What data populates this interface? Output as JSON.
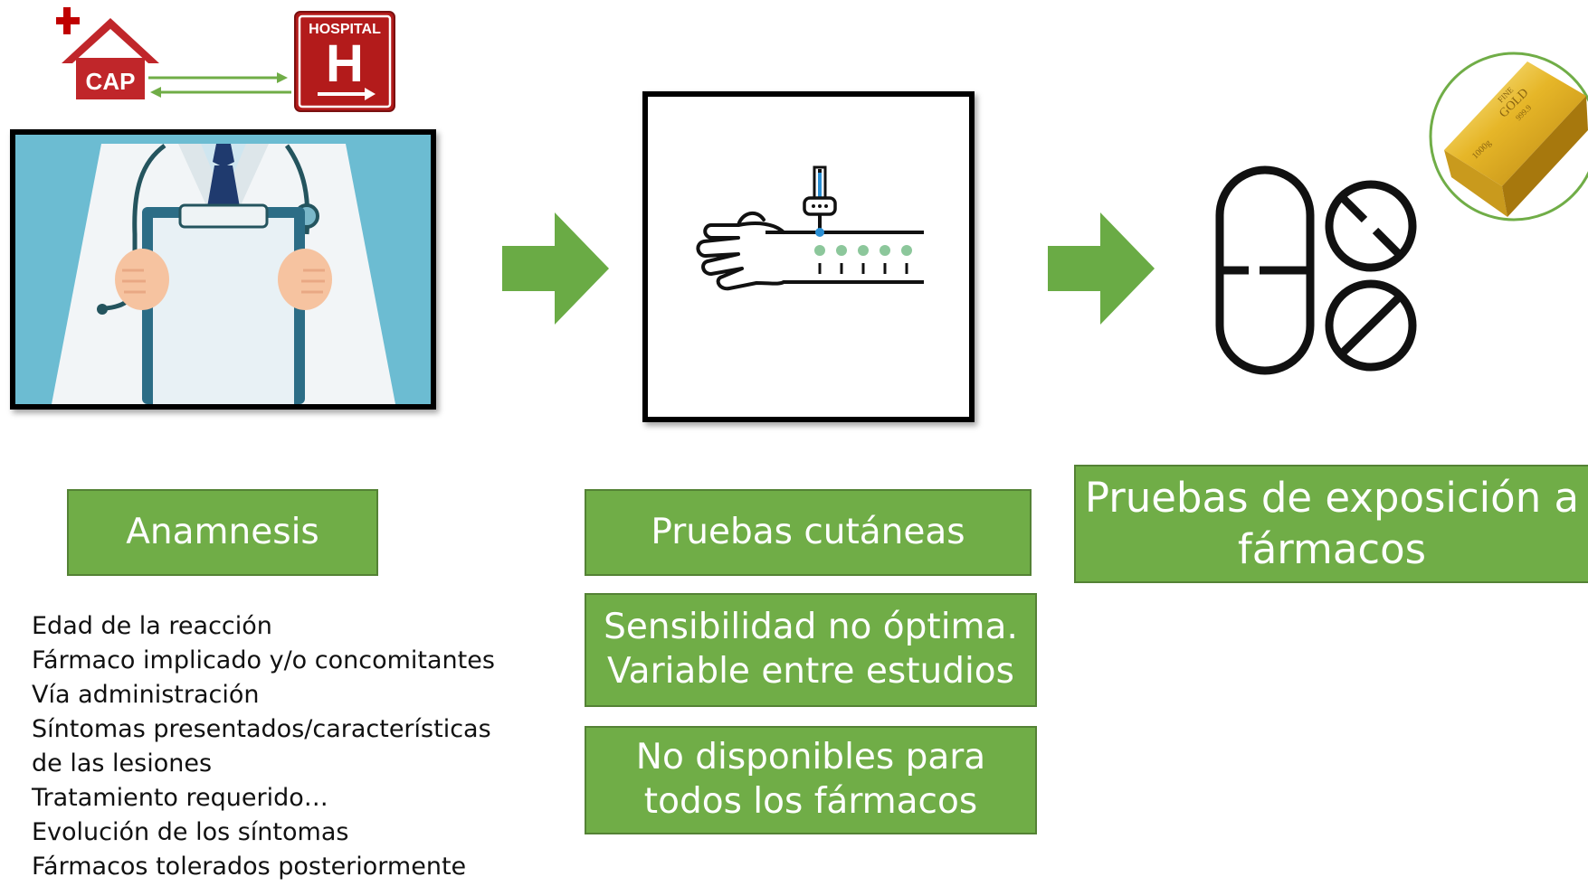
{
  "cap_label": "CAP",
  "hospital_sign": {
    "title": "HOSPITAL",
    "letter": "H"
  },
  "gold_bar_text": [
    "FINE",
    "GOLD",
    "999.9",
    "1000g"
  ],
  "steps": {
    "anamnesis": "Anamnesis",
    "skin_tests": "Pruebas cutáneas",
    "sensitivity_note": [
      "Sensibilidad no óptima.",
      "Variable entre estudios"
    ],
    "availability_note": [
      "No disponibles para",
      "todos los fármacos"
    ],
    "exposure_tests": [
      "Pruebas de exposición a",
      "fármacos"
    ]
  },
  "anamnesis_items": [
    "Edad de la reacción",
    "Fármaco implicado y/o concomitantes",
    "Vía administración",
    "Síntomas presentados/características",
    "de las lesiones",
    "Tratamiento requerido…",
    "Evolución de los síntomas",
    "Fármacos tolerados posteriormente"
  ],
  "colors": {
    "box_green": "#70ad47",
    "box_border": "#548235",
    "hospital_red": "#b31b1b",
    "arrow_green": "#6aab45"
  }
}
